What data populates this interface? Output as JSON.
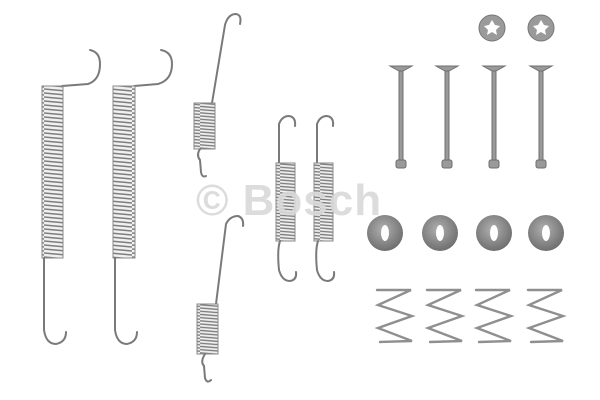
{
  "image": {
    "description": "Brake shoe accessory kit: tension springs, hold-down pins, washers, cups and compression springs on white background",
    "background": "#ffffff",
    "metal_color": "#8a8a8a",
    "watermark": {
      "symbol": "©",
      "text": "Bosch",
      "color": "#d9d9d9"
    }
  },
  "parts": {
    "long_springs": 2,
    "medium_springs": 2,
    "short_springs": 2,
    "star_lock_washers": 2,
    "hold_down_pins": 4,
    "cup_washers": 4,
    "compression_springs": 4
  }
}
